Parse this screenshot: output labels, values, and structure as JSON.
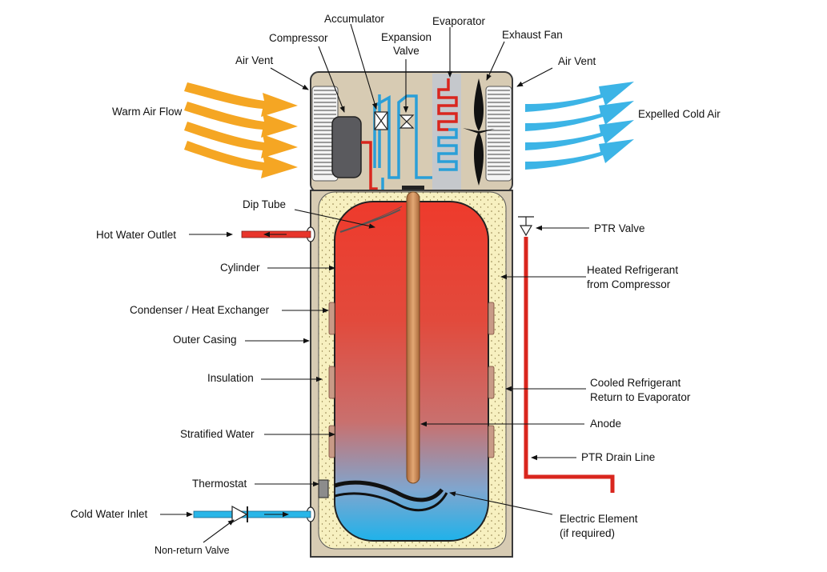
{
  "labels": {
    "accumulator": "Accumulator",
    "evaporator": "Evaporator",
    "compressor": "Compressor",
    "expansion_valve_1": "Expansion",
    "expansion_valve_2": "Valve",
    "exhaust_fan": "Exhaust Fan",
    "air_vent_left": "Air Vent",
    "air_vent_right": "Air Vent",
    "warm_air_flow": "Warm Air Flow",
    "expelled_cold_air": "Expelled Cold Air",
    "dip_tube": "Dip Tube",
    "hot_water_outlet": "Hot Water Outlet",
    "ptr_valve": "PTR Valve",
    "cylinder": "Cylinder",
    "heated_refrigerant_1": "Heated Refrigerant",
    "heated_refrigerant_2": "from Compressor",
    "condenser": "Condenser / Heat Exchanger",
    "outer_casing": "Outer Casing",
    "insulation": "Insulation",
    "cooled_refrigerant_1": "Cooled Refrigerant",
    "cooled_refrigerant_2": "Return to Evaporator",
    "anode": "Anode",
    "stratified_water": "Stratified Water",
    "ptr_drain_line": "PTR Drain Line",
    "thermostat": "Thermostat",
    "electric_element_1": "Electric Element",
    "electric_element_2": "(if required)",
    "cold_water_inlet": "Cold Water Inlet",
    "non_return_valve": "Non-return Valve"
  },
  "colors": {
    "hot": "#e8352b",
    "cold": "#29b6e8",
    "refrigerant_hot": "#d9261e",
    "refrigerant_cold": "#2a9fd8",
    "warm_air": "#f5a623",
    "cold_air": "#3cb4e6",
    "casing": "#d7cbb3",
    "insulation": "#f7f0c0",
    "anode": "#c98a4e",
    "compressor": "#5a5a5e"
  }
}
